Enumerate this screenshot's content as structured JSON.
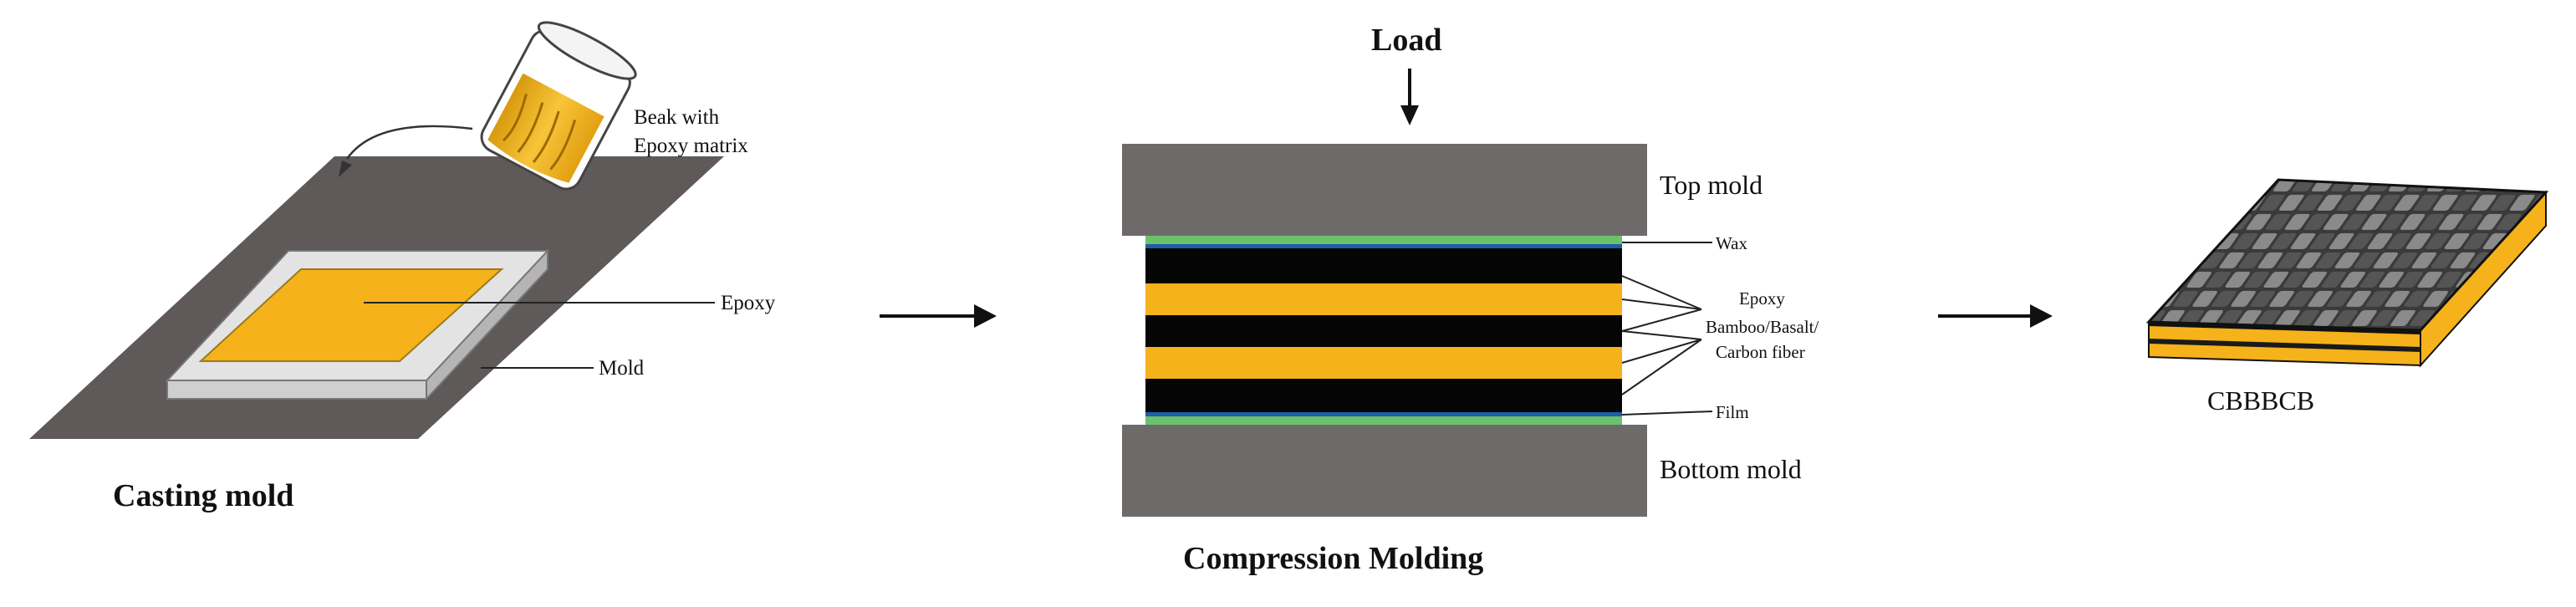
{
  "panels": {
    "casting": {
      "title": "Casting mold",
      "beaker_label_line1": "Beak with",
      "beaker_label_line2": "Epoxy matrix",
      "epoxy_label": "Epoxy",
      "mold_label": "Mold"
    },
    "compression": {
      "title": "Compression Molding",
      "load_label": "Load",
      "top_mold_label": "Top mold",
      "bottom_mold_label": "Bottom mold",
      "wax_label": "Wax",
      "epoxy_label": "Epoxy",
      "fiber_label_line1": "Bamboo/Basalt/",
      "fiber_label_line2": "Carbon fiber",
      "film_label": "Film"
    },
    "product": {
      "label": "CBBBCB"
    }
  },
  "colors": {
    "epoxy": "#F5B21A",
    "mold_gray": "#6F6A6A",
    "board_gray": "#5F5959",
    "frame_light": "#E3E3E3",
    "fiber_black": "#050505",
    "wax_green": "#6BC26B",
    "film_blue": "#1C5FA8"
  },
  "icons": [
    "arrow-right-icon",
    "arrow-down-icon",
    "curved-arrow-icon",
    "beaker-icon"
  ]
}
